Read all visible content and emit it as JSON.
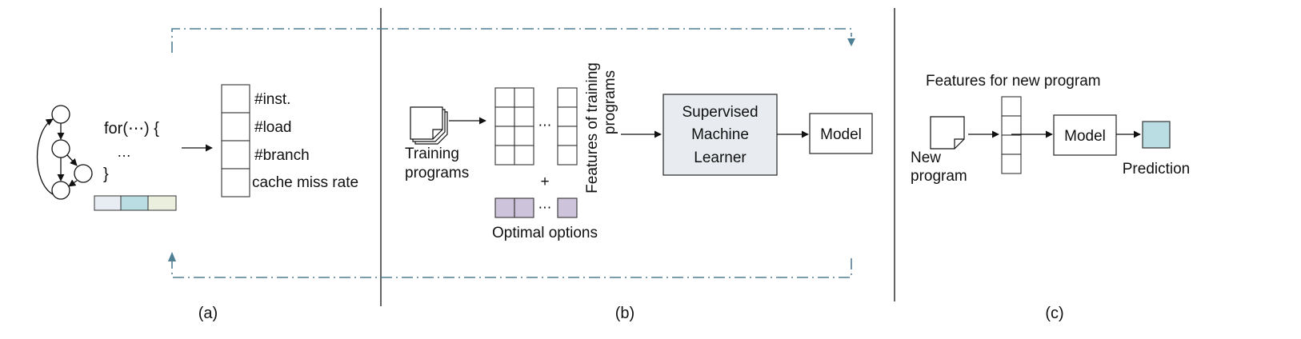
{
  "panel_a": {
    "code_lines": [
      "for(⋯) {",
      "…",
      "}"
    ],
    "feature_labels": [
      "#inst.",
      "#load",
      "#branch",
      "cache miss rate"
    ],
    "caption": "(a)",
    "bar_colors": [
      "#e8ecf3",
      "#b9dde3",
      "#eaf0dd"
    ]
  },
  "panel_b": {
    "training_label_line1": "Training",
    "training_label_line2": "programs",
    "ellipsis": "⋯",
    "plus": "+",
    "optimal_options": "Optimal options",
    "features_rotated_line1": "Features of training",
    "features_rotated_line2": "programs",
    "learner_line1": "Supervised",
    "learner_line2": "Machine",
    "learner_line3": "Learner",
    "model": "Model",
    "caption": "(b)",
    "option_fill": "#cdc3da",
    "learner_fill": "#e8ecf0"
  },
  "panel_c": {
    "features_title": "Features for new program",
    "new_label_line1": "New",
    "new_label_line2": "program",
    "model": "Model",
    "prediction": "Prediction",
    "caption": "(c)",
    "prediction_fill": "#b9dde3"
  },
  "colors": {
    "feedback_loop": "#4f7f94"
  }
}
